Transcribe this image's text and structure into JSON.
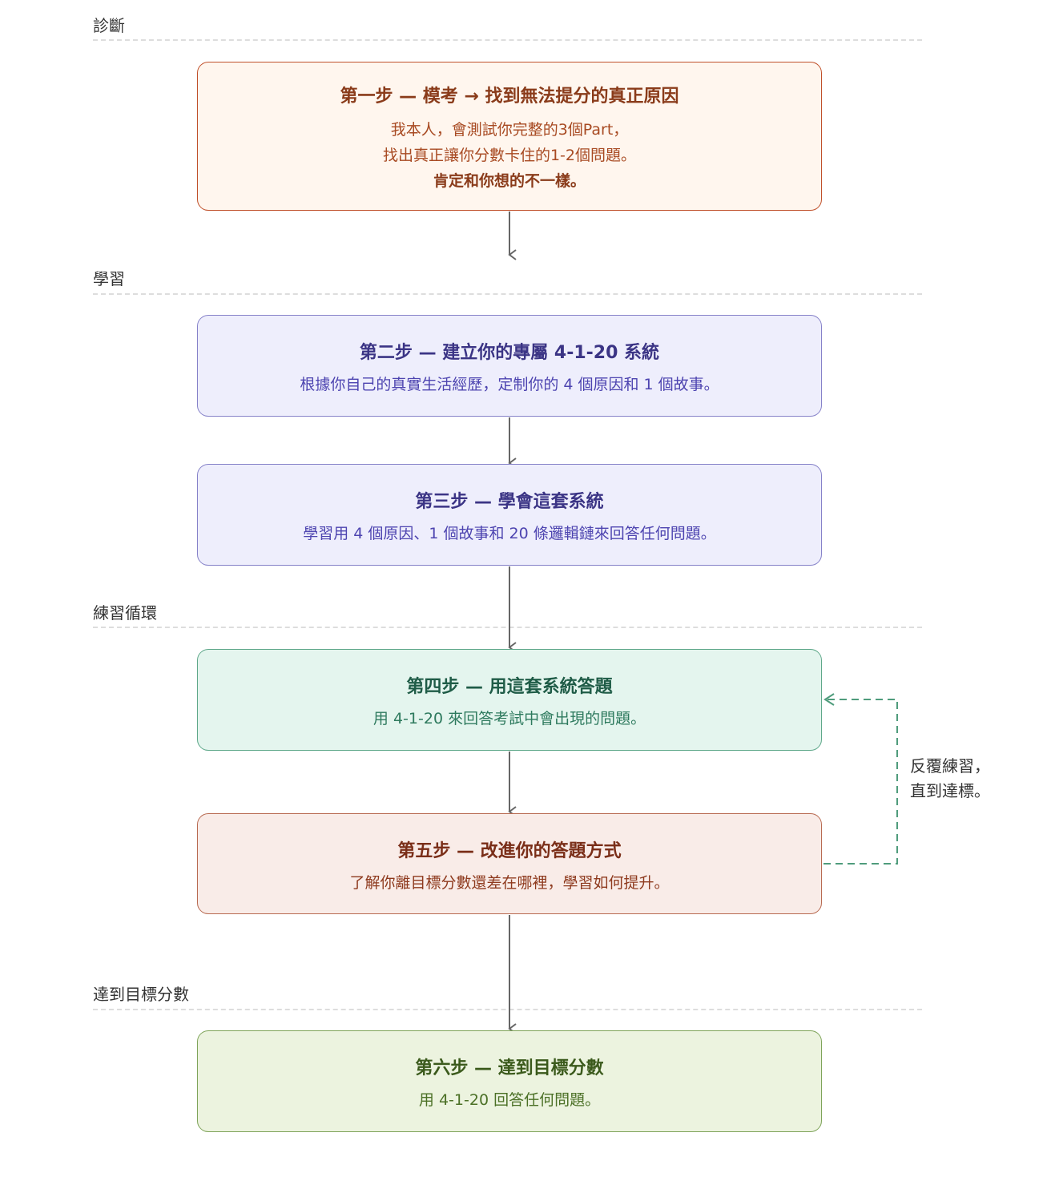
{
  "sections": [
    {
      "label": "診斷"
    },
    {
      "label": "學習"
    },
    {
      "label": "練習循環"
    },
    {
      "label": "達到目標分數"
    }
  ],
  "steps": [
    {
      "title": "第一步 — 模考 → 找到無法提分的真正原因",
      "body": [
        "我本人，會測試你完整的3個Part，",
        "找出真正讓你分數卡住的1-2個問題。"
      ],
      "emphasis": "肯定和你想的不一樣。"
    },
    {
      "title": "第二步 — 建立你的專屬 4-1-20 系統",
      "body": [
        "根據你自己的真實生活經歷，定制你的 4 個原因和 1 個故事。"
      ]
    },
    {
      "title": "第三步 — 學會這套系統",
      "body": [
        "學習用 4 個原因、1 個故事和 20 條邏輯鏈來回答任何問題。"
      ]
    },
    {
      "title": "第四步 — 用這套系統答題",
      "body": [
        "用 4-1-20 來回答考試中會出現的問題。"
      ]
    },
    {
      "title": "第五步 — 改進你的答題方式",
      "body": [
        "了解你離目標分數還差在哪裡，學習如何提升。"
      ]
    },
    {
      "title": "第六步 — 達到目標分數",
      "body": [
        "用 4-1-20 回答任何問題。"
      ]
    }
  ],
  "loop": {
    "label_lines": [
      "反覆練習，",
      "直到達標。"
    ]
  },
  "colors": {
    "arrow": "#666666",
    "loop_arrow": "#4f9c7c",
    "rule": "#dddddd"
  }
}
